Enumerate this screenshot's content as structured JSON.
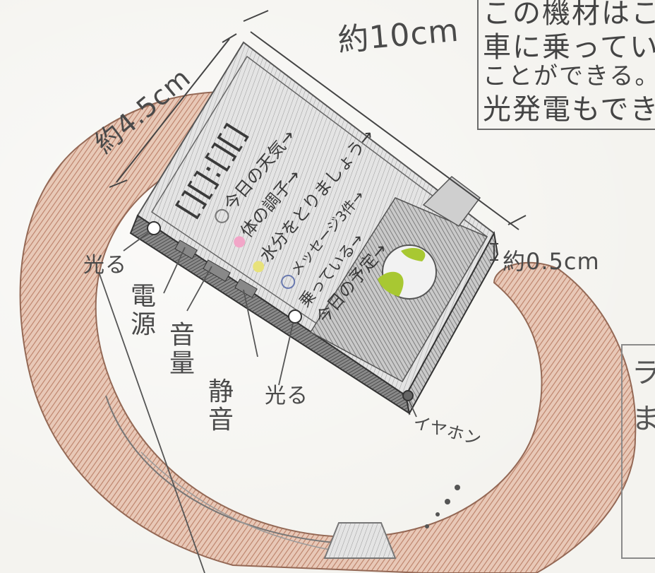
{
  "dimensions": {
    "width_label": "約10cm",
    "height_label": "約4.5cm",
    "depth_label": "約0.5cm"
  },
  "device": {
    "clock": "[][]:[][]",
    "menu": [
      {
        "icon": "weather-icon",
        "label": "今日の天気→"
      },
      {
        "icon": "heart-icon",
        "label": "体の調子→"
      },
      {
        "icon": "drop-icon",
        "label": "水分をとりましょう→"
      },
      {
        "icon": "mail-icon",
        "label": "メッセージ3件→"
      },
      {
        "icon": "",
        "label": "乗っている→"
      },
      {
        "icon": "",
        "label": "今日の予定→"
      }
    ]
  },
  "callouts": {
    "glow_left": "光る",
    "power": "電源",
    "volume": "音量",
    "mute": "静音",
    "glow_bottom": "光る",
    "earphone": "イヤホン"
  },
  "note": {
    "lines": [
      "この機材はこの",
      "車に乗っている",
      "ことができる。",
      "光発電もでき"
    ]
  },
  "side_note": {
    "lines": [
      "ラ",
      "ま"
    ]
  },
  "colors": {
    "strap_brown": "#b5745a",
    "device_gray": "#6b6b6b",
    "leaf_green": "#a8c832",
    "pencil": "#4a4a4a"
  }
}
